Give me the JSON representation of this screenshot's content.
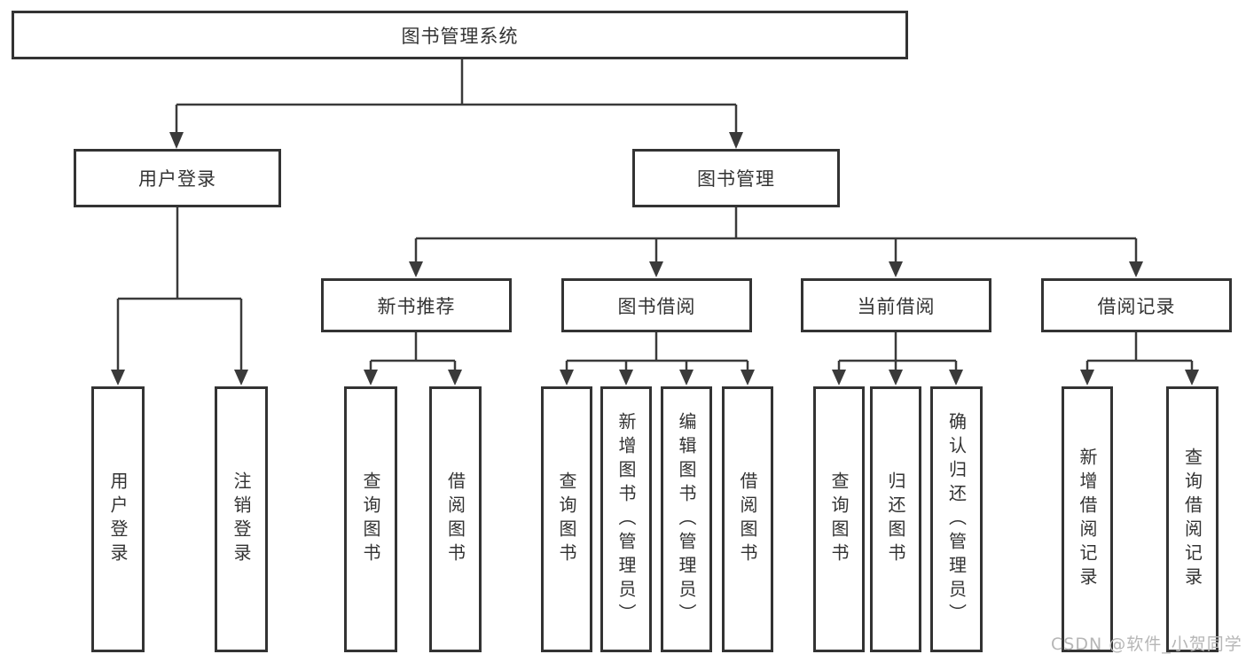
{
  "colors": {
    "line": "#3a3a3a",
    "box_border": "#333333",
    "text": "#333333",
    "background": "#ffffff",
    "watermark": "#b6b6b6"
  },
  "watermark": {
    "text": "CSDN @软件_小贺同学"
  },
  "tree": {
    "label": "图书管理系统",
    "children": [
      {
        "label": "用户登录",
        "children": [
          {
            "label": "用户登录"
          },
          {
            "label": "注销登录"
          }
        ]
      },
      {
        "label": "图书管理",
        "children": [
          {
            "label": "新书推荐",
            "children": [
              {
                "label": "查询图书"
              },
              {
                "label": "借阅图书"
              }
            ]
          },
          {
            "label": "图书借阅",
            "children": [
              {
                "label": "查询图书"
              },
              {
                "label": "新增图书（管理员）"
              },
              {
                "label": "编辑图书（管理员）"
              },
              {
                "label": "借阅图书"
              }
            ]
          },
          {
            "label": "当前借阅",
            "children": [
              {
                "label": "查询图书"
              },
              {
                "label": "归还图书"
              },
              {
                "label": "确认归还（管理员）"
              }
            ]
          },
          {
            "label": "借阅记录",
            "children": [
              {
                "label": "新增借阅记录"
              },
              {
                "label": "查询借阅记录"
              }
            ]
          }
        ]
      }
    ]
  }
}
